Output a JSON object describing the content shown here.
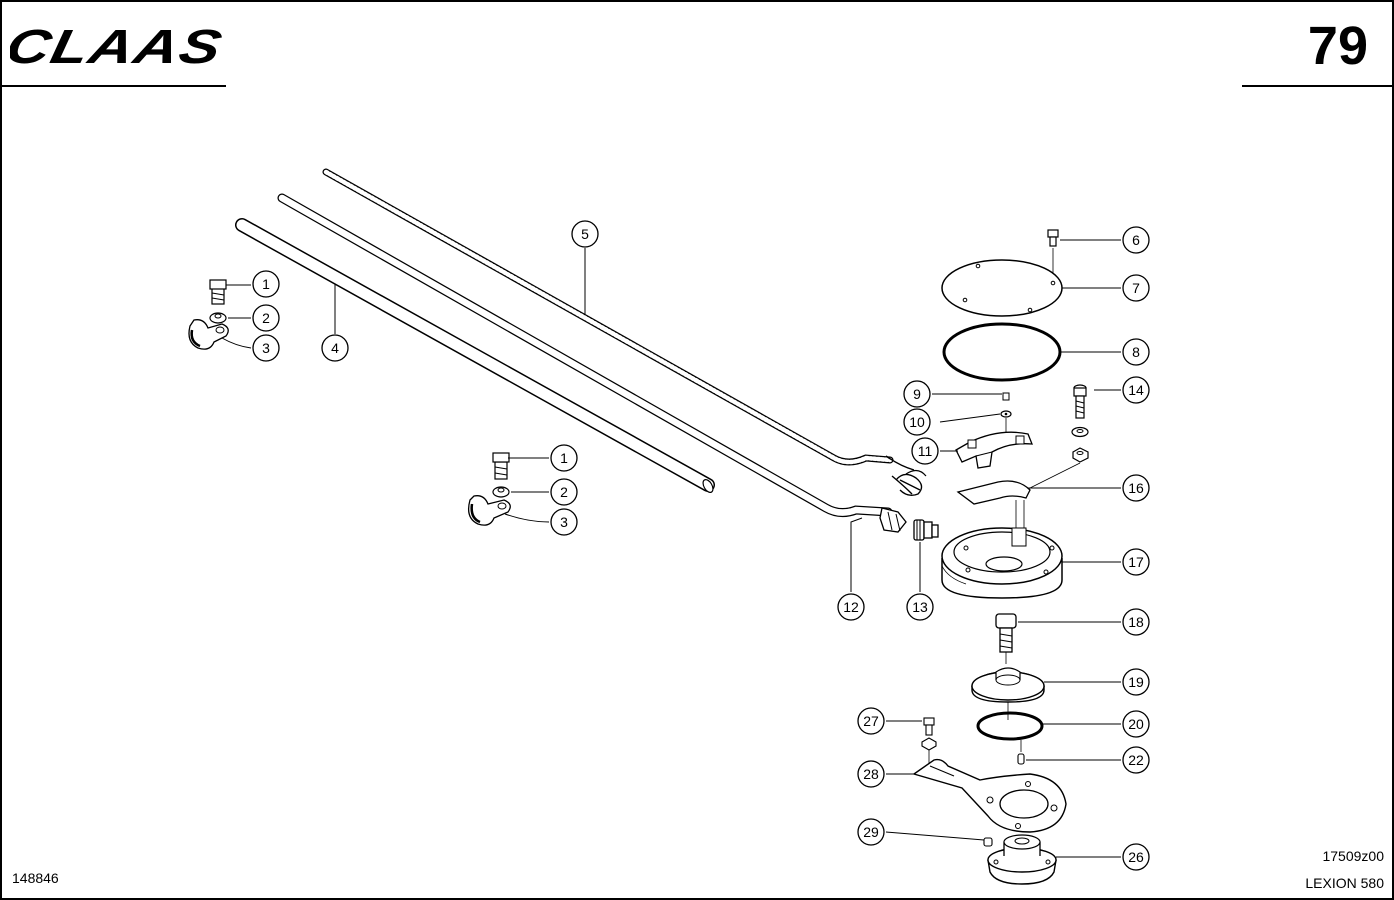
{
  "header": {
    "brand": "CLAAS",
    "page_number": "79"
  },
  "footer": {
    "drawing_ref_left": "148846",
    "drawing_ref_right": "17509z00",
    "model": "LEXION 580"
  },
  "callouts": [
    "1",
    "2",
    "3",
    "4",
    "1",
    "2",
    "3",
    "5",
    "6",
    "7",
    "8",
    "9",
    "10",
    "11",
    "12",
    "13",
    "14",
    "16",
    "17",
    "18",
    "19",
    "20",
    "22",
    "26",
    "27",
    "28",
    "29"
  ]
}
